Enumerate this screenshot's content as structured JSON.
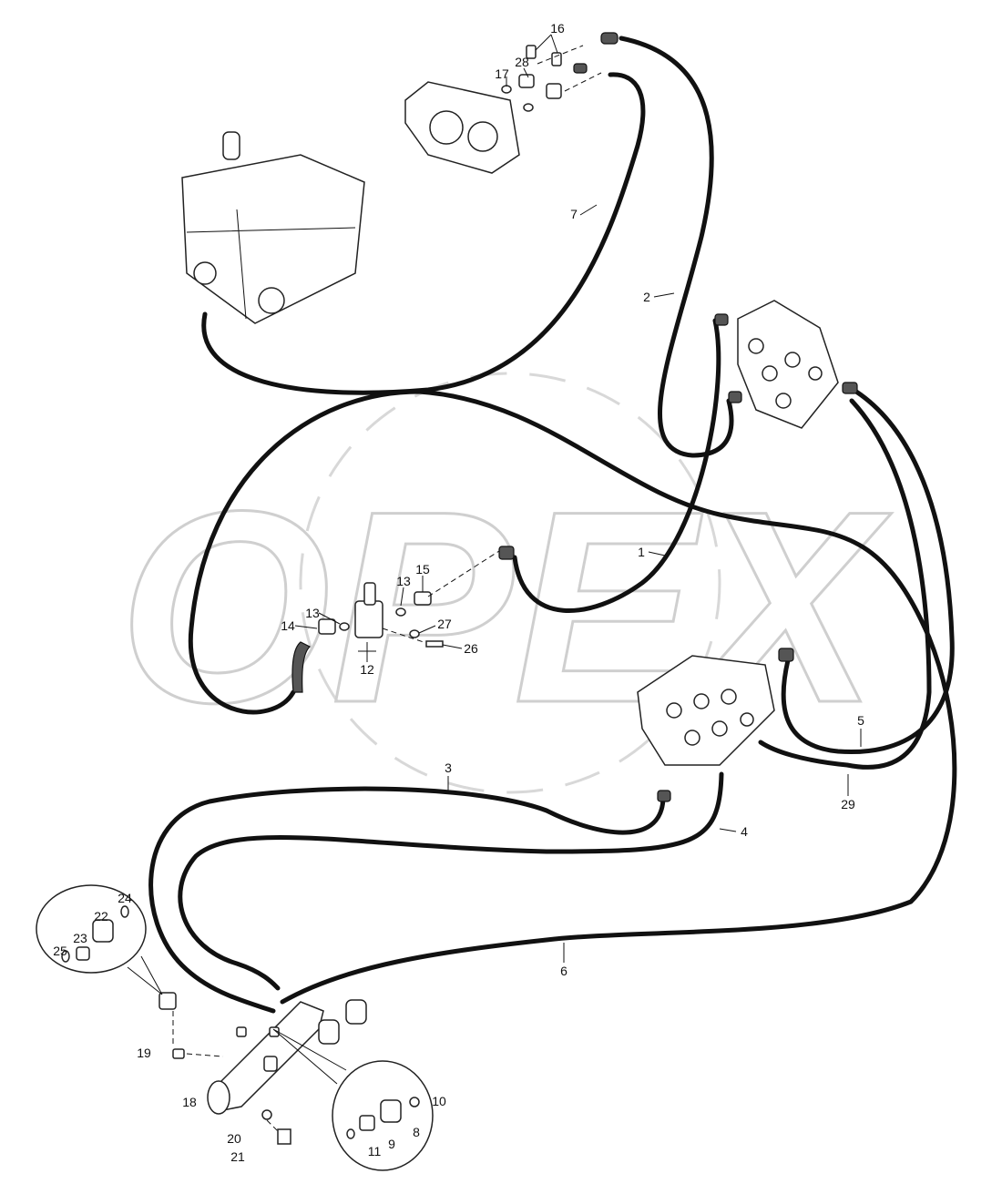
{
  "watermark": "OPEX",
  "callouts": [
    "16",
    "28",
    "17",
    "7",
    "2",
    "1",
    "15",
    "13",
    "13",
    "27",
    "14",
    "26",
    "12",
    "5",
    "29",
    "3",
    "4",
    "6",
    "24",
    "22",
    "23",
    "25",
    "19",
    "18",
    "10",
    "8",
    "9",
    "11",
    "20",
    "21"
  ],
  "colors": {
    "line": "#111111",
    "watermark": "#cfcfcf",
    "background": "#ffffff"
  }
}
